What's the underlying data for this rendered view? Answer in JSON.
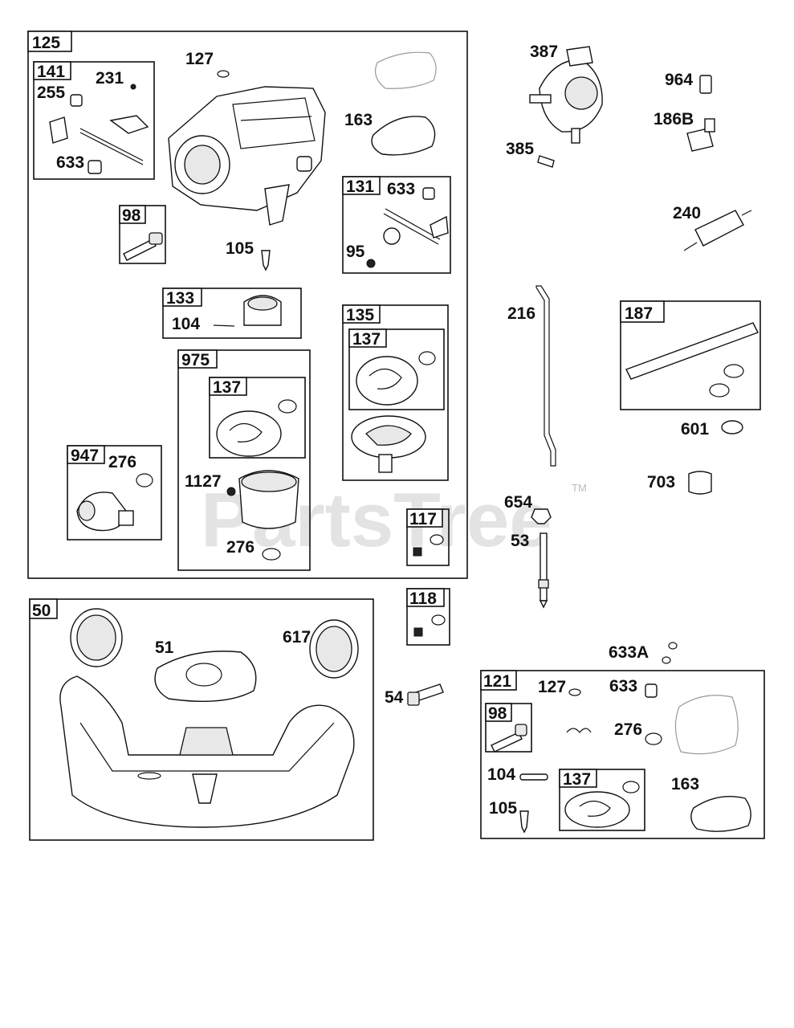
{
  "watermark": {
    "text": "PartsTree",
    "mark": "TM"
  },
  "boxes": {
    "b125": "125",
    "b141": "141",
    "b98a": "98",
    "b133": "133",
    "b975": "975",
    "b137a": "137",
    "b947": "947",
    "b131": "131",
    "b135": "135",
    "b137b": "137",
    "b117": "117",
    "b118": "118",
    "b50": "50",
    "b187": "187",
    "b121": "121",
    "b98b": "98",
    "b137c": "137"
  },
  "labels": {
    "l127a": "127",
    "l231": "231",
    "l255": "255",
    "l633a": "633",
    "l163a": "163",
    "l105a": "105",
    "l633b": "633",
    "l95": "95",
    "l104a": "104",
    "l276a": "276",
    "l1127": "1127",
    "l276b": "276",
    "l387": "387",
    "l964": "964",
    "l186b": "186B",
    "l385": "385",
    "l240": "240",
    "l216": "216",
    "l601": "601",
    "l703": "703",
    "l654": "654",
    "l53": "53",
    "l51": "51",
    "l617": "617",
    "l54": "54",
    "l633c": "633A",
    "l127b": "127",
    "l633d": "633",
    "l276c": "276",
    "l104b": "104",
    "l163b": "163",
    "l105b": "105"
  }
}
